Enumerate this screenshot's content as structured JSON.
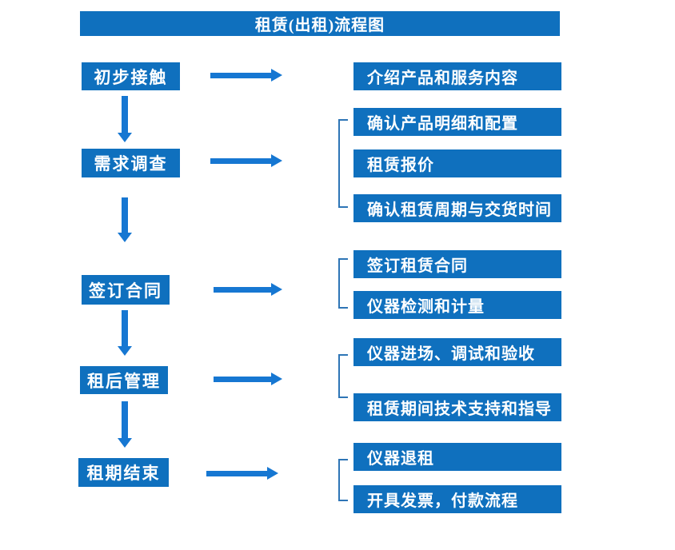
{
  "title": "租赁(出租)流程图",
  "colors": {
    "box": "#0F70BE",
    "arrow": "#1677D2",
    "bracket": "#2E75B6",
    "text": "#FFFFFF",
    "background": "#FFFFFF"
  },
  "steps": [
    {
      "label": "初步接触",
      "details": [
        "介绍产品和服务内容"
      ]
    },
    {
      "label": "需求调查",
      "details": [
        "确认产品明细和配置",
        "租赁报价",
        "确认租赁周期与交货时间"
      ]
    },
    {
      "label": "签订合同",
      "details": [
        "签订租赁合同",
        "仪器检测和计量"
      ]
    },
    {
      "label": "租后管理",
      "details": [
        "仪器进场、调试和验收",
        "租赁期间技术支持和指导"
      ]
    },
    {
      "label": "租期结束",
      "details": [
        "仪器退租",
        "开具发票，付款流程"
      ]
    }
  ]
}
